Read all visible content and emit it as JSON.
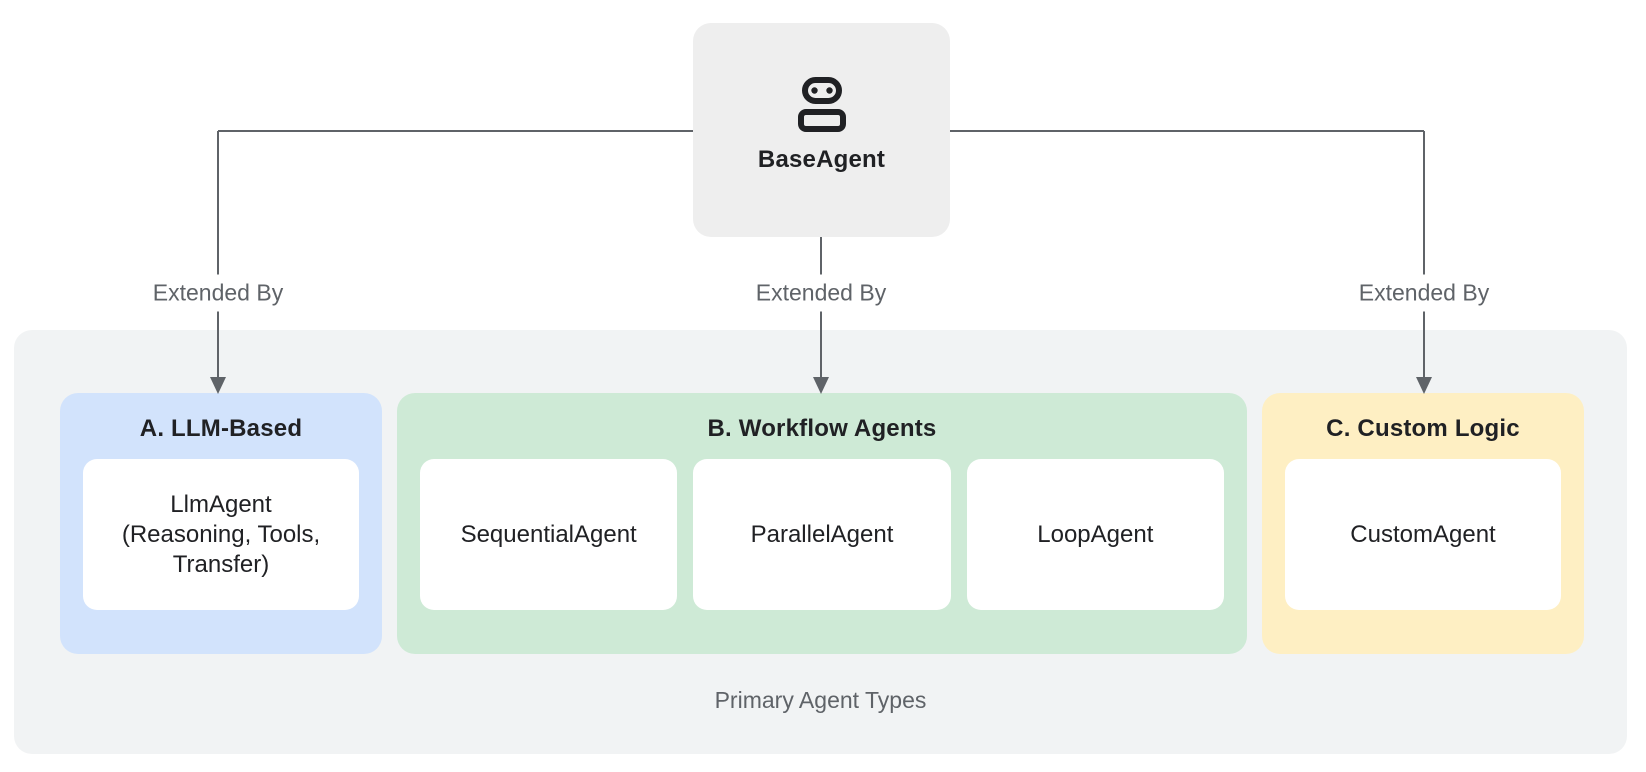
{
  "colors": {
    "page_bg": "#ffffff",
    "panel_bg": "#f1f3f4",
    "root_node_bg": "#eeeeee",
    "group_llm_bg": "#d2e3fc",
    "group_workflow_bg": "#ceead6",
    "group_custom_bg": "#feefc3",
    "card_bg": "#ffffff",
    "connector": "#5f6368",
    "text_primary": "#202124",
    "text_secondary": "#5f6368"
  },
  "root": {
    "label": "BaseAgent",
    "icon": "robot-icon"
  },
  "edges": [
    "Extended By",
    "Extended By",
    "Extended By"
  ],
  "groups": [
    {
      "title": "A. LLM-Based",
      "cards": [
        {
          "text": "LlmAgent\n(Reasoning, Tools,\nTransfer)"
        }
      ]
    },
    {
      "title": "B. Workflow Agents",
      "cards": [
        {
          "text": "SequentialAgent"
        },
        {
          "text": "ParallelAgent"
        },
        {
          "text": "LoopAgent"
        }
      ]
    },
    {
      "title": "C. Custom Logic",
      "cards": [
        {
          "text": "CustomAgent"
        }
      ]
    }
  ],
  "panel": {
    "caption": "Primary Agent Types"
  }
}
